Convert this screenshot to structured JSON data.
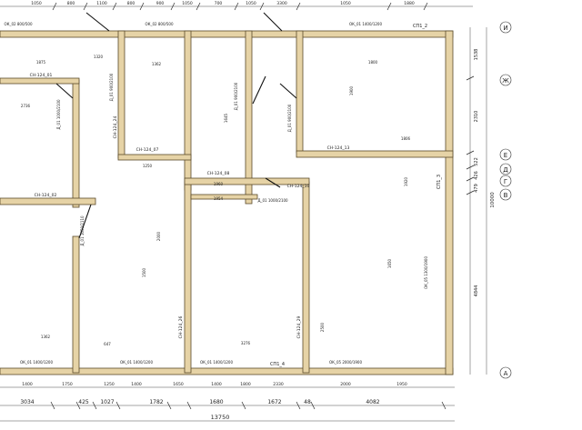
{
  "plan": {
    "top_dims": [
      "1050",
      "800",
      "1100",
      "800",
      "900",
      "1050",
      "700",
      "1050",
      "3300",
      "1050",
      "1880"
    ],
    "bottom_dims_row1": [
      "1400",
      "1750",
      "1250",
      "1400",
      "1650",
      "1400",
      "1800",
      "2330",
      "2000",
      "1950"
    ],
    "bottom_dims_row2": [
      "3034",
      "425",
      "1027",
      "1782",
      "1680",
      "1672",
      "48",
      "4082"
    ],
    "total_width": "13750",
    "right_dims": [
      "1538",
      "2310",
      "522",
      "426",
      "479",
      "4844"
    ],
    "right_total": "10000",
    "axes": [
      "И",
      "Ж",
      "Е",
      "Д",
      "Г",
      "В",
      "А"
    ],
    "windows": [
      "ОК_02 800/500",
      "ОК_02 800/500",
      "ОК_01 1400/1200",
      "ОК_01 1400/1200",
      "ОК_01 1400/1200",
      "ОК_01 1400/1200",
      "ОК_05 2000/1900",
      "ОК_05 1300/1900"
    ],
    "doors": [
      "Д_01 1000/2100",
      "Д_01 1650/2110",
      "Д_01 900/2100",
      "Д_01 900/2100",
      "Д_01 900/2100",
      "Д_01 1000/2100"
    ],
    "wall_marks": [
      "СП1_2",
      "СП1_3",
      "СП1_4",
      "СН-124_01",
      "СН-124_02",
      "СН-124_07",
      "СН-124_08",
      "СН-124_10",
      "СН-124_13",
      "СН-124_24",
      "СН-124_26",
      "СН-124_29"
    ],
    "misc_dims": [
      "1875",
      "1320",
      "2736",
      "1362",
      "1250",
      "1954",
      "1800",
      "3276",
      "1645",
      "647",
      "1960",
      "2000",
      "1920",
      "1650",
      "1806",
      "1500",
      "2500",
      "1362",
      "1900"
    ]
  }
}
